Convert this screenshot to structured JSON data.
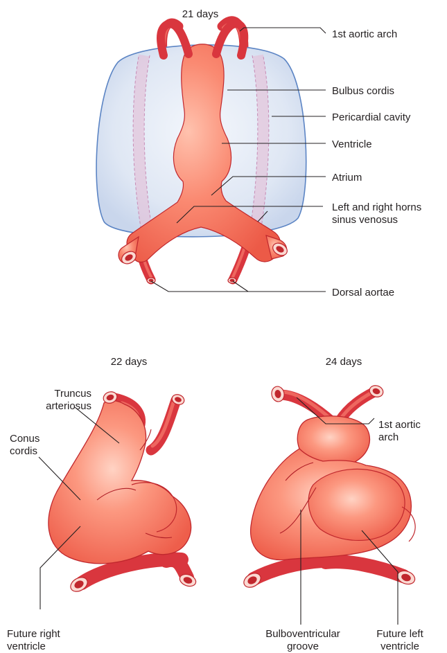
{
  "top_panel": {
    "stage": "21 days",
    "labels": {
      "aortic_arch": "1st aortic arch",
      "bulbus_cordis": "Bulbus cordis",
      "pericardial_cavity": "Pericardial cavity",
      "ventricle": "Ventricle",
      "atrium": "Atrium",
      "sinus_horns_line1": "Left and right horns",
      "sinus_horns_line2": "sinus venosus",
      "dorsal_aortae": "Dorsal aortae"
    }
  },
  "left_panel": {
    "stage": "22 days",
    "labels": {
      "truncus_line1": "Truncus",
      "truncus_line2": "arteriosus",
      "conus_line1": "Conus",
      "conus_line2": "cordis",
      "future_rv_line1": "Future right",
      "future_rv_line2": "ventricle"
    }
  },
  "right_panel": {
    "stage": "24 days",
    "labels": {
      "aortic_arch_line1": "1st aortic",
      "aortic_arch_line2": "arch",
      "bv_groove_line1": "Bulboventricular",
      "bv_groove_line2": "groove",
      "future_lv_line1": "Future left",
      "future_lv_line2": "ventricle"
    }
  },
  "colors": {
    "heart_light": "#ffb9a4",
    "heart_mid": "#f26b55",
    "heart_outline": "#c0272d",
    "pericardium_fill": "#dde6f4",
    "pericardium_outline": "#5b84c4",
    "dashed_band": "#d9a6c4"
  }
}
